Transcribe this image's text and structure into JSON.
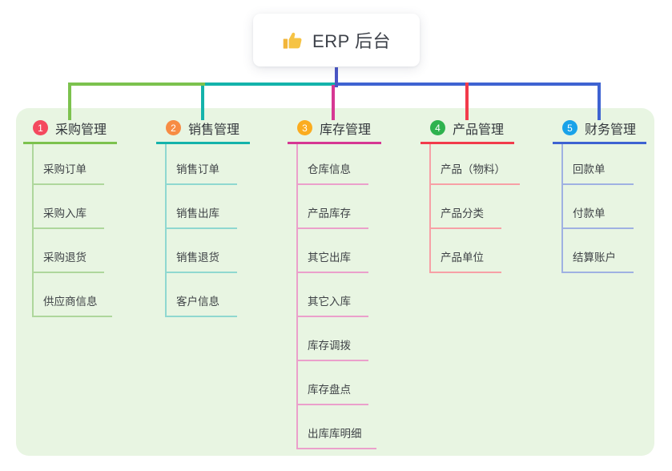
{
  "root": {
    "label": "ERP 后台",
    "icon": "thumbs-up-icon",
    "icon_color": "#f6c344",
    "connector_color": "#4a56c6"
  },
  "panel": {
    "background": "#e8f5e2"
  },
  "branches": [
    {
      "number": "1",
      "title": "采购管理",
      "badge_color": "#f4495e",
      "line_color": "#7cc24e",
      "light_line_color": "#aed79c",
      "children": [
        "采购订单",
        "采购入库",
        "采购退货",
        "供应商信息"
      ]
    },
    {
      "number": "2",
      "title": "销售管理",
      "badge_color": "#f78c44",
      "line_color": "#14b3ab",
      "light_line_color": "#8fd8d0",
      "children": [
        "销售订单",
        "销售出库",
        "销售退货",
        "客户信息"
      ]
    },
    {
      "number": "3",
      "title": "库存管理",
      "badge_color": "#fbac1f",
      "line_color": "#d63793",
      "light_line_color": "#eba0cb",
      "children": [
        "仓库信息",
        "产品库存",
        "其它出库",
        "其它入库",
        "库存调拨",
        "库存盘点",
        "出库库明细"
      ]
    },
    {
      "number": "4",
      "title": "产品管理",
      "badge_color": "#2eb24e",
      "line_color": "#f23b4b",
      "light_line_color": "#f7a0a6",
      "children": [
        "产品（物料）",
        "产品分类",
        "产品单位"
      ]
    },
    {
      "number": "5",
      "title": "财务管理",
      "badge_color": "#19a2e9",
      "line_color": "#3e63d2",
      "light_line_color": "#9fb1e2",
      "children": [
        "回款单",
        "付款单",
        "结算账户"
      ]
    }
  ]
}
